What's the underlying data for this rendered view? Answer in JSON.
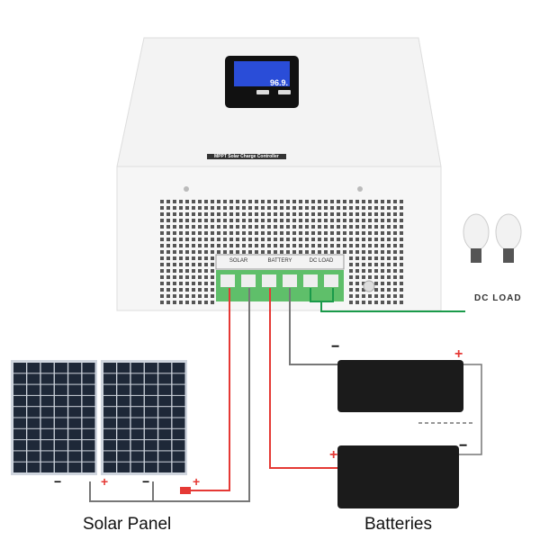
{
  "controller": {
    "model": "MPPT Solar Charge Controller",
    "display_value": "96.9.",
    "terminals": [
      "SOLAR",
      "BATTERY",
      "DC LOAD"
    ]
  },
  "labels": {
    "solar_panel": "Solar Panel",
    "batteries": "Batteries",
    "dc_load": "DC LOAD"
  },
  "colors": {
    "positive_wire": "#e53935",
    "negative_wire": "#777777",
    "load_wire": "#1a9a4a",
    "terminal_block": "#5fbf6a",
    "lcd": "#2a4dd8"
  }
}
